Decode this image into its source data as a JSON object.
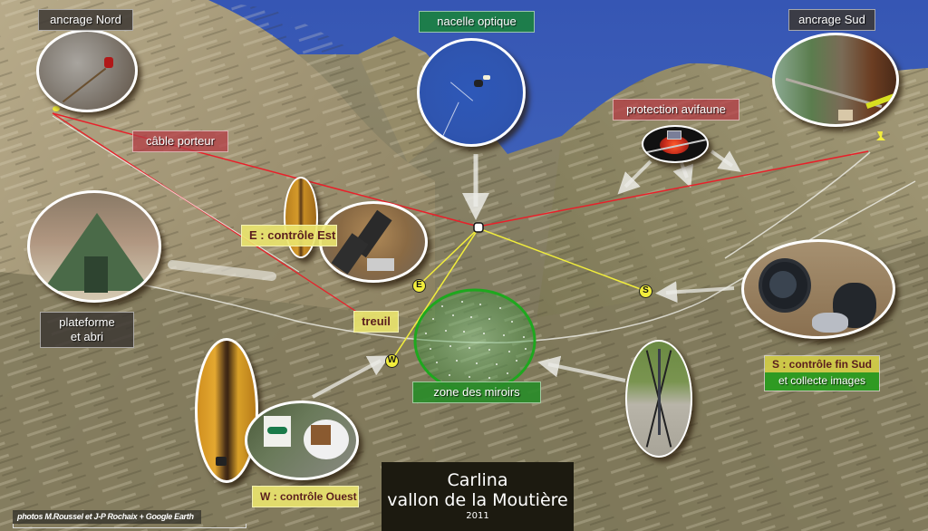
{
  "title": {
    "line1": "Carlina",
    "line2": "vallon de la Moutière",
    "year": "2011"
  },
  "credits": "photos M.Roussel et J-P Rochaix + Google Earth",
  "labels": {
    "ancrage_nord": "ancrage Nord",
    "nacelle_optique": "nacelle optique",
    "ancrage_sud": "ancrage Sud",
    "protection_avifaune": "protection  avifaune",
    "cable_porteur": "câble porteur",
    "controle_est": "E : contrôle Est",
    "plateforme_line1": "plateforme",
    "plateforme_line2": "et abri",
    "treuil": "treuil",
    "zone_miroirs": "zone des miroirs",
    "controle_sud_line1": "S : contrôle fin Sud",
    "controle_sud_line2": "et  collecte images",
    "controle_ouest": "W : contrôle Ouest"
  },
  "markers": {
    "east": "E",
    "south": "S",
    "west": "W"
  },
  "colors": {
    "sky": "#3a5cb5",
    "cable_red": "#e8202a",
    "control_yellow": "#f2ee3c",
    "mirror_zone_green": "#1ea81e",
    "label_dark": "#3c3732",
    "label_green": "#1d7d4b",
    "label_red": "#b43c46",
    "label_yellow": "#ebe66e"
  }
}
